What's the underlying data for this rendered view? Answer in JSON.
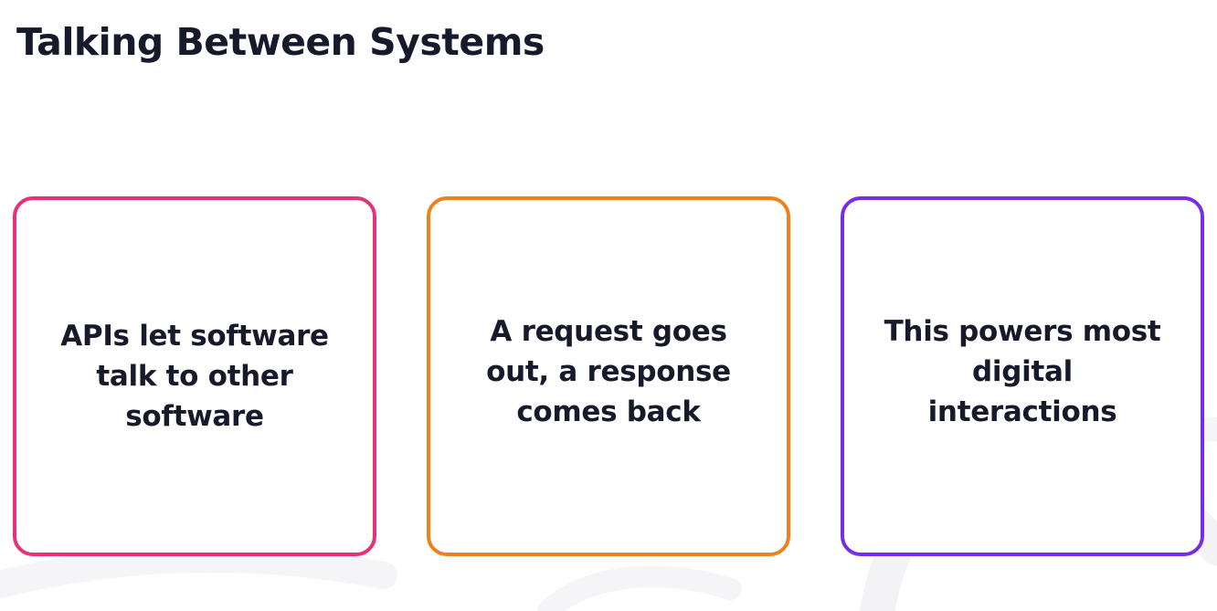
{
  "slide": {
    "title": "Talking Between Systems"
  },
  "cards": [
    {
      "text": "APIs let software talk to other software",
      "border_color": "#e8317a"
    },
    {
      "text": "A request goes out, a response comes back",
      "border_color": "#f08019"
    },
    {
      "text": "This powers most digital interactions",
      "border_color": "#7a2be8"
    }
  ]
}
